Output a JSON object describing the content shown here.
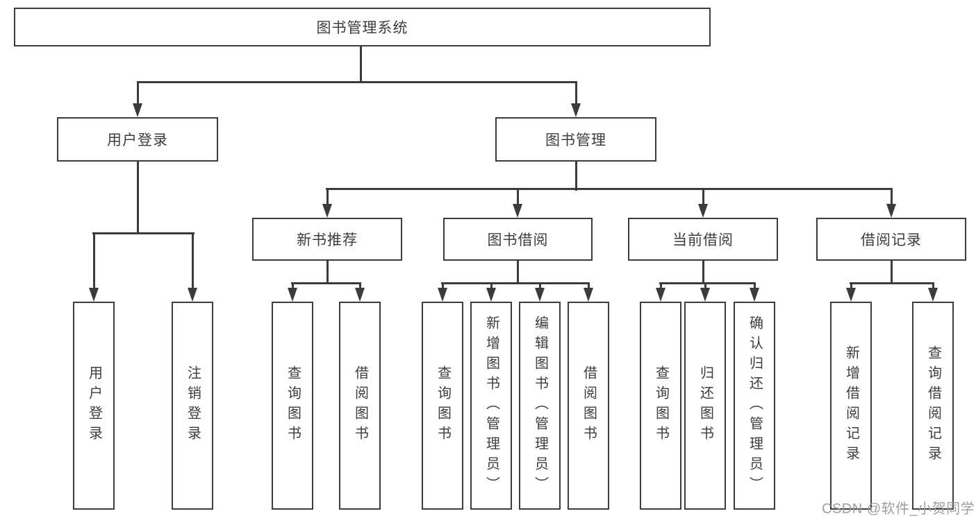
{
  "diagram": {
    "title": "图书管理系统",
    "level2": [
      {
        "label": "用户登录",
        "children": [
          "用户登录",
          "注销登录"
        ]
      },
      {
        "label": "图书管理"
      }
    ],
    "level3": [
      {
        "label": "新书推荐",
        "children": [
          "查询图书",
          "借阅图书"
        ]
      },
      {
        "label": "图书借阅",
        "children": [
          "查询图书",
          "新增图书（管理员）",
          "编辑图书（管理员）",
          "借阅图书"
        ]
      },
      {
        "label": "当前借阅",
        "children": [
          "查询图书",
          "归还图书",
          "确认归还（管理员）"
        ]
      },
      {
        "label": "借阅记录",
        "children": [
          "新增借阅记录",
          "查询借阅记录"
        ]
      }
    ]
  },
  "watermark": "CSDN @软件_小贺同学",
  "colors": {
    "line": "#3b3b3b",
    "text": "#3d3d3d",
    "node_fill": "#ffffff",
    "background": "#ffffff",
    "watermark": "#9e9e9e"
  }
}
